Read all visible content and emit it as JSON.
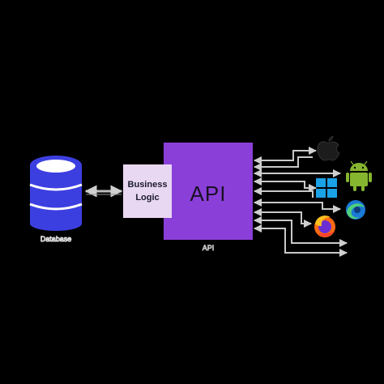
{
  "database": {
    "label": "Database"
  },
  "business_logic": {
    "label": "Business\nLogic"
  },
  "api": {
    "title": "API",
    "caption": "API"
  },
  "clients": [
    {
      "icon": "apple-icon"
    },
    {
      "icon": "android-icon"
    },
    {
      "icon": "windows-icon"
    },
    {
      "icon": "edge-icon"
    },
    {
      "icon": "firefox-icon"
    }
  ],
  "colors": {
    "api_box": "#8b3fd9",
    "business_logic_box": "#e9d8f2",
    "database": "#3c3fe0",
    "connector": "#c9c9c9"
  }
}
